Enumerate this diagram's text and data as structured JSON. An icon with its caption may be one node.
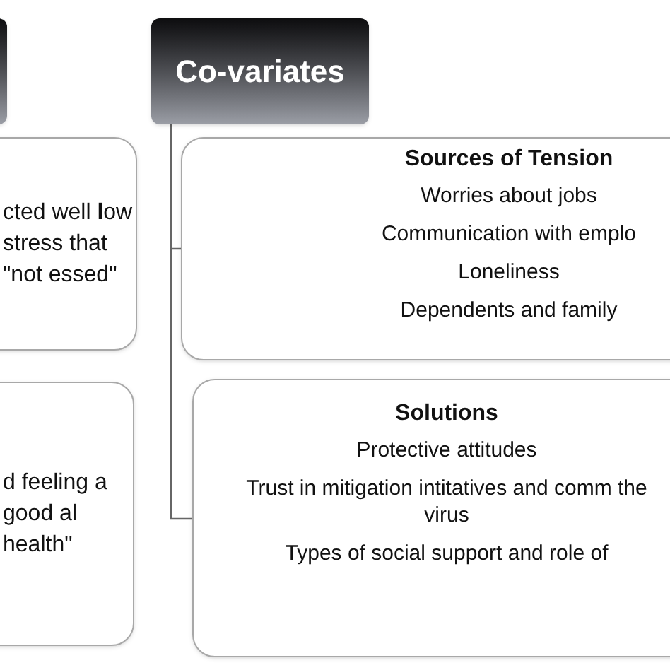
{
  "diagram": {
    "nodes": [
      {
        "text": [],
        "shape": "box"
      },
      {
        "text": [
          "Co-variates"
        ]
      },
      {
        "text": [
          "cted well **l**ow stress that \"not essed\""
        ]
      },
      {
        "text": [
          "d feeling a good al health\""
        ]
      },
      {
        "text": [
          "Sources of Tension",
          "Worries about jobs",
          "Communication with emplo",
          "Loneliness",
          "Dependents and family"
        ]
      },
      {
        "text": [
          "Solutions",
          "Protective attitudes",
          "Trust in mitigation intitatives and comm the virus",
          "Types of social support and role of"
        ]
      }
    ],
    "edges": [
      {
        "from": 1,
        "to": 4,
        "arrow": "none"
      },
      {
        "from": 1,
        "to": 5,
        "arrow": "none"
      }
    ]
  }
}
